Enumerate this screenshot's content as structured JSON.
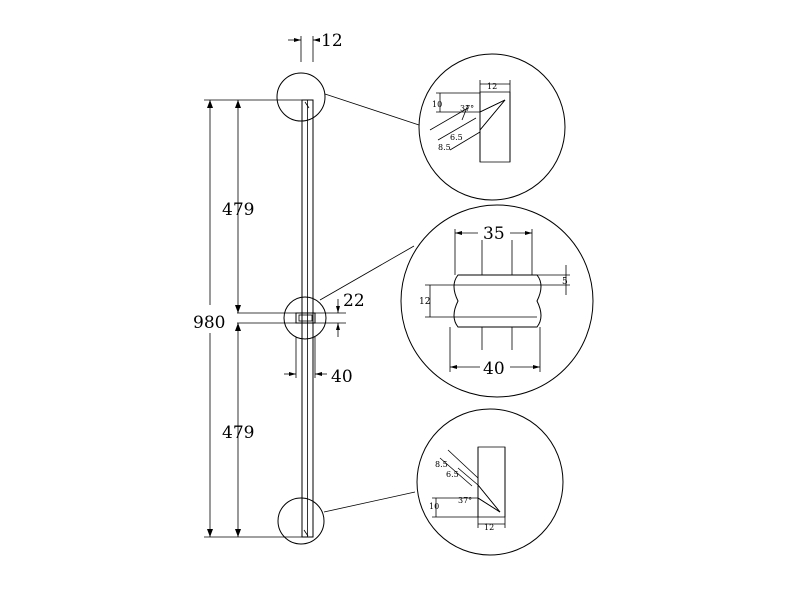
{
  "drawing": {
    "dimensions": {
      "top_width": "12",
      "upper_span": "479",
      "lower_span": "479",
      "total_length": "980",
      "slider_height": "22",
      "slider_width": "40"
    },
    "detail_top": {
      "width": "12",
      "height": "10",
      "angle": "37°",
      "depth_a": "6.5",
      "depth_b": "8.5"
    },
    "detail_middle": {
      "inner_width": "35",
      "outer_width": "40",
      "height": "12",
      "groove": "5"
    },
    "detail_bottom": {
      "width": "12",
      "height": "10",
      "angle": "37°",
      "depth_a": "6.5",
      "depth_b": "8.5"
    }
  }
}
